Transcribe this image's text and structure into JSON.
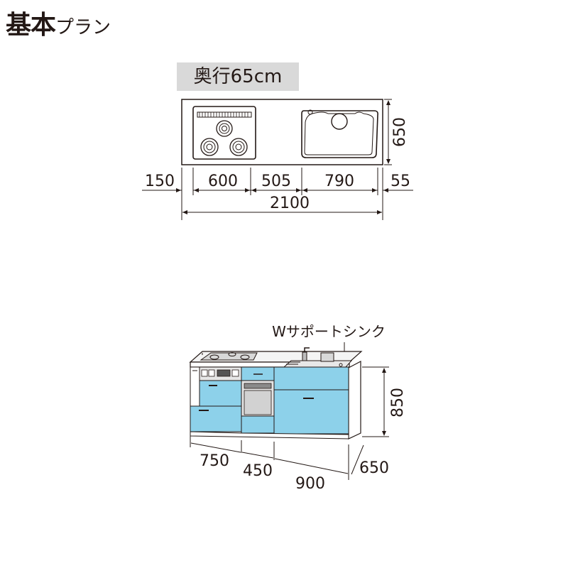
{
  "title": {
    "main": "基本",
    "sub": "プラン"
  },
  "plan_view": {
    "depth_label": "奥行65cm",
    "depth_dim": "650",
    "widths": [
      "150",
      "600",
      "505",
      "790",
      "55"
    ],
    "total_width": "2100"
  },
  "front_view": {
    "sink_label": "Wサポートシンク",
    "height_dim": "850",
    "depth_dim": "650",
    "widths": [
      "750",
      "450",
      "900"
    ]
  },
  "colors": {
    "cabinet_blue": "#8dd1ea",
    "line": "#231815",
    "label_bg": "#d9d9d9"
  }
}
